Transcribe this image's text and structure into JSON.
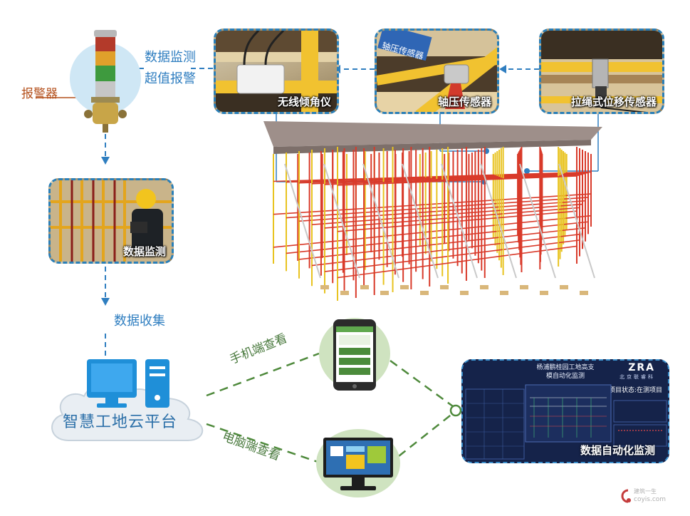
{
  "labels": {
    "alarm": "报警器",
    "monitor_line1": "数据监测",
    "monitor_line2": "超值报警",
    "data_collect": "数据收集",
    "cloud_platform": "智慧工地云平台",
    "phone_view": "手机端查看",
    "pc_view": "电脑端查看"
  },
  "photos": {
    "inclinometer": "无线倾角仪",
    "axial_sensor": "轴压传感器",
    "axial_sign": "轴压传感器",
    "displacement_sensor": "拉绳式位移传感器",
    "field_monitoring": "数据监测"
  },
  "dashboard": {
    "title_line1": "杨浦鹏桂园工地高支",
    "title_line2": "模自动化监测",
    "logo": "ZRA",
    "company": "北京联睿科",
    "status": "项目状态:在测项目",
    "caption": "数据自动化监测"
  },
  "watermark": {
    "line1": "建筑一生",
    "line2": "coyis.com"
  },
  "colors": {
    "accent_blue": "#2f7ec0",
    "dash_green": "#4f8a3c",
    "alarm_orange": "#b4501c",
    "scaffold_red": "#d93a2a",
    "scaffold_yellow": "#e8c320"
  }
}
